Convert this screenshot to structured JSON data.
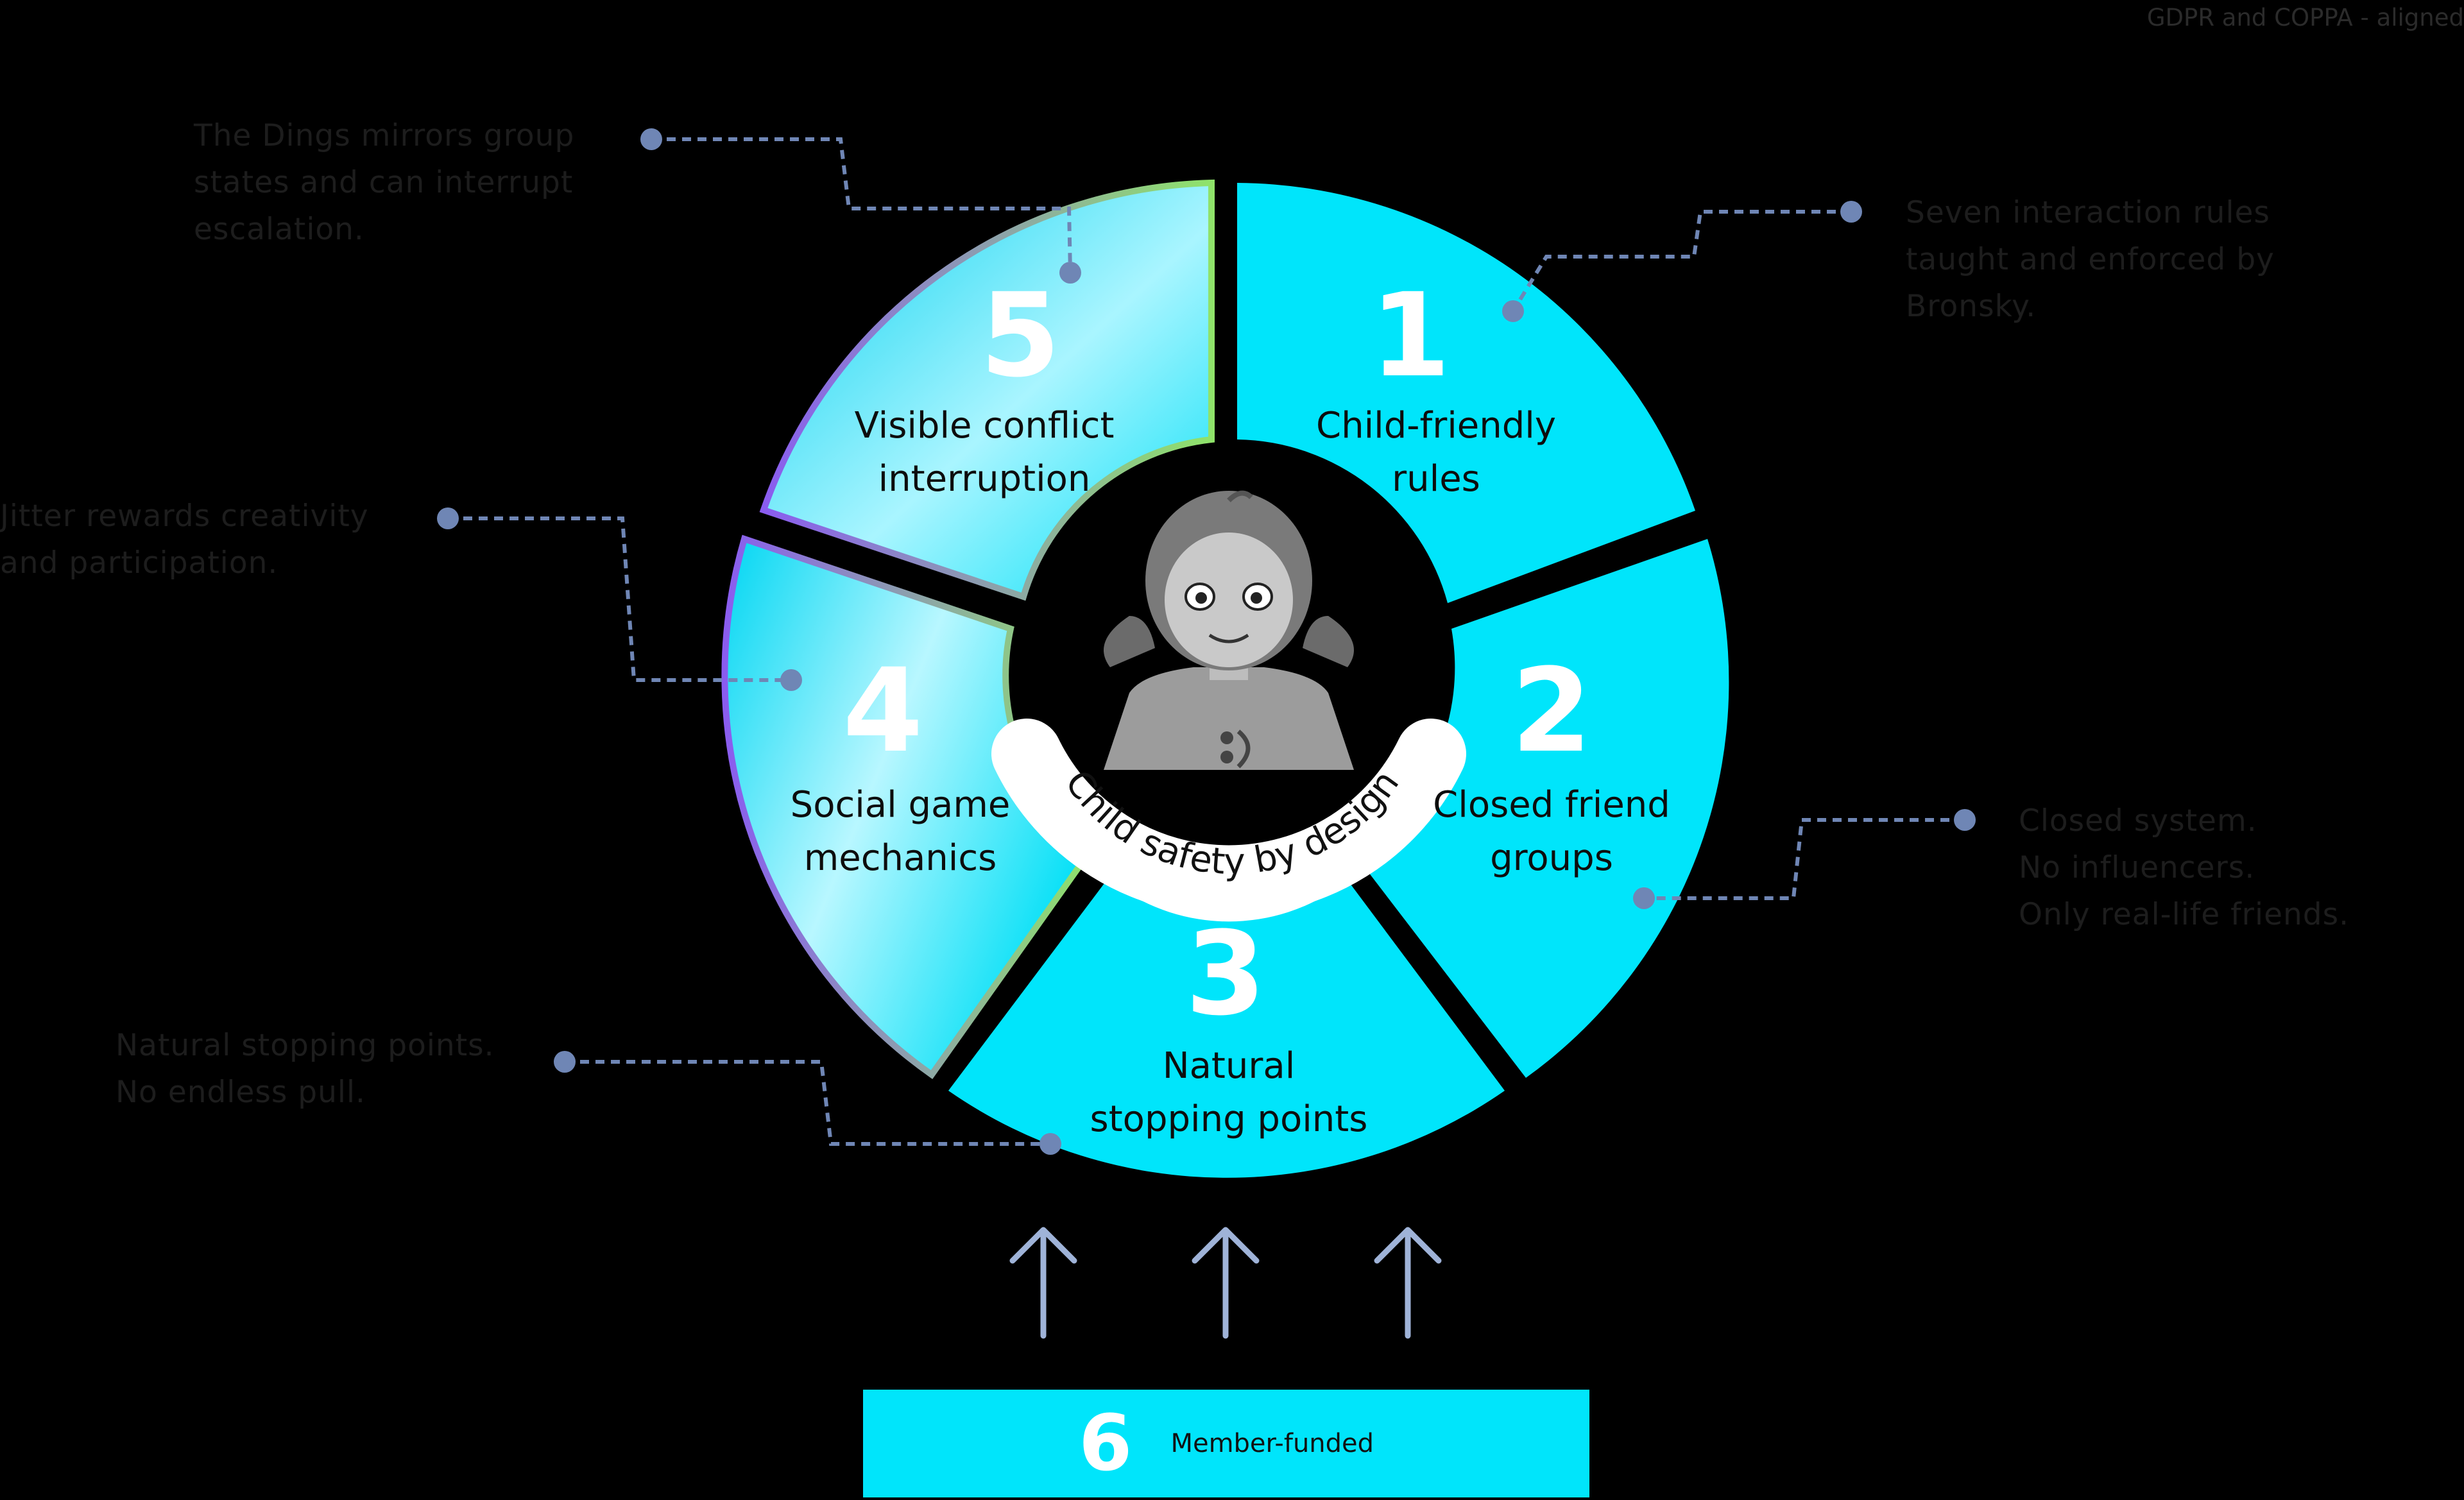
{
  "header": {
    "compliance": "GDPR and COPPA - aligned"
  },
  "center": {
    "label": "Child safety by design",
    "illustration": "child-portrait-illustration"
  },
  "segments": [
    {
      "number": "1",
      "lines": [
        "Child-friendly",
        "rules"
      ]
    },
    {
      "number": "2",
      "lines": [
        "Closed friend",
        "groups"
      ]
    },
    {
      "number": "3",
      "lines": [
        "Natural",
        "stopping points"
      ]
    },
    {
      "number": "4",
      "lines": [
        "Social game",
        "mechanics"
      ]
    },
    {
      "number": "5",
      "lines": [
        "Visible conflict",
        "interruption"
      ]
    }
  ],
  "notes": {
    "n1": [
      "Seven interaction rules",
      "taught and enforced by",
      "Bronsky."
    ],
    "n2": [
      "Closed system.",
      "No influencers.",
      "Only real-life friends."
    ],
    "n3": [
      "Natural stopping points.",
      "No endless pull."
    ],
    "n4": [
      "Jitter rewards creativity",
      "and participation."
    ],
    "n5": [
      "The Dings mirrors group",
      "states and can interrupt",
      "escalation."
    ]
  },
  "funding": {
    "number": "6",
    "label": "Member-funded"
  },
  "colors": {
    "segment": "#00e5fb",
    "gradient_start": "#00d2f0",
    "gradient_end": "#d6fbff",
    "edge_green": "#8fe36a",
    "edge_purple": "#8a5cf0",
    "connector": "#6f86b5",
    "background": "#000000"
  }
}
